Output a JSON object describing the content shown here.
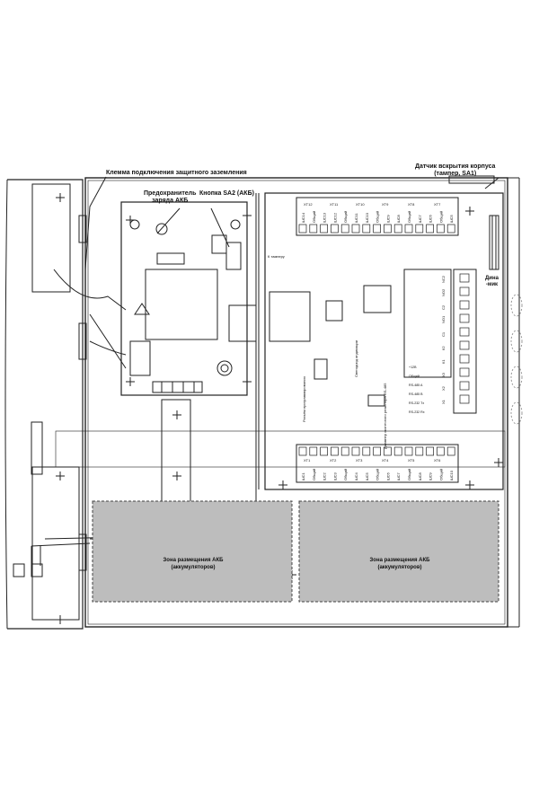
{
  "callouts": {
    "ground_terminal": "Клемма подключения защитного заземления",
    "tamper_sensor_line1": "Датчик вскрытия корпуса",
    "tamper_sensor_line2": "(тампер, SA1)",
    "charge_fuse_line1": "Предохранитель",
    "charge_fuse_line2": "заряда АКБ",
    "akb_button": "Кнопка SA2 (АКБ)",
    "din_rail_line1": "Дина",
    "din_rail_line2": "-мик"
  },
  "battery_zones": [
    {
      "line1": "Зона размещения АКБ",
      "line2": "(аккумуляторов)"
    },
    {
      "line1": "Зона размещения АКБ",
      "line2": "(аккумуляторов)"
    }
  ],
  "board_labels": {
    "tamper": "К тамперу",
    "top_terminals": [
      "XT12",
      "XT11",
      "XT10",
      "XT9",
      "XT8",
      "XT7"
    ],
    "top_zone_labels": [
      "ШС14",
      "Общий",
      "ШС13",
      "ШС12",
      "Общий",
      "ШС11",
      "ШС10",
      "Общий",
      "ШС9",
      "ШС8",
      "Общий",
      "ШС7",
      "ШС6",
      "Общий",
      "ШС5"
    ],
    "bottom_terminals": [
      "XT1",
      "XT2",
      "XT3",
      "XT4",
      "XT5",
      "XT6"
    ],
    "bottom_zone_labels": [
      "ШС1",
      "Общий",
      "ШС2",
      "ШС3",
      "Общий",
      "ШС4",
      "ШС5",
      "Общий",
      "ШС6",
      "ШС7",
      "Общий",
      "ШС8",
      "ШС9",
      "Общий",
      "ШС10"
    ],
    "relay_labels": [
      "NC2",
      "NO2",
      "C2",
      "NO1",
      "C1",
      "К2",
      "К1",
      "Х3",
      "Х2",
      "Х1"
    ],
    "interfaces": [
      "+12В",
      "Общий",
      "RS-485 A",
      "RS-485 B",
      "RS-232 Tx",
      "RS-232 Rx"
    ],
    "side_note_1": "Разъём программирования",
    "side_note_2": "Светодиод индикации",
    "side_note_3": "Джампер оконечного резистора RS-485"
  }
}
